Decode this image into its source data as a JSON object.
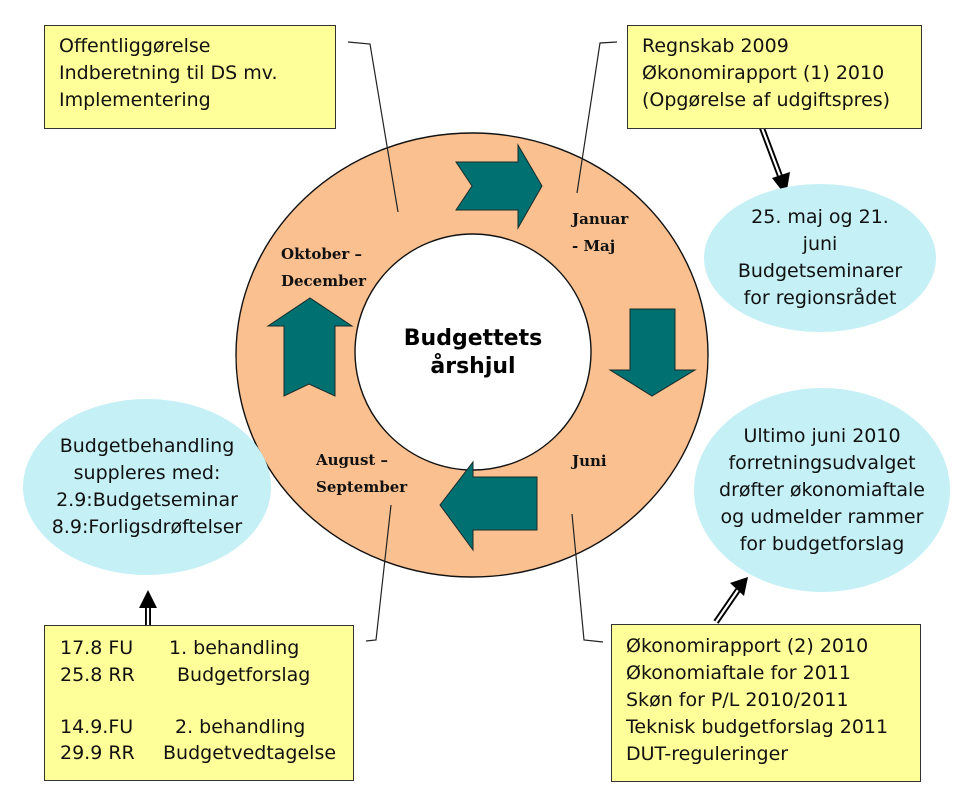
{
  "center": {
    "line1": "Budgettets",
    "line2": "årshjul"
  },
  "segments": {
    "jan_maj": [
      "Januar",
      "- Maj"
    ],
    "juni": "Juni",
    "aug_sep": [
      "August –",
      "September"
    ],
    "okt_dec": [
      "Oktober –",
      "December"
    ]
  },
  "boxes": {
    "top_left": [
      "Offentliggørelse",
      "Indberetning til DS mv.",
      "Implementering"
    ],
    "top_right": [
      "Regnskab 2009",
      "Økonomirapport (1) 2010",
      "(Opgørelse af udgiftspres)"
    ],
    "bottom_right": [
      "Økonomirapport (2) 2010",
      "Økonomiaftale for 2011",
      "Skøn for P/L 2010/2011",
      "Teknisk budgetforslag 2011",
      "DUT-reguleringer"
    ],
    "bottom_left": {
      "rows": [
        {
          "date": "17.8 FU",
          "text": "1. behandling"
        },
        {
          "date": "25.8 RR",
          "text": "Budgetforslag"
        },
        {
          "date": "14.9.FU",
          "text": "2. behandling"
        },
        {
          "date": "29.9 RR",
          "text": "Budgetvedtagelse"
        }
      ]
    }
  },
  "ellipses": {
    "right_top": [
      "25. maj og 21.",
      "juni",
      "Budgetseminarer",
      "for regionsrådet"
    ],
    "right_bottom": [
      "Ultimo juni 2010",
      "forretningsudvalget",
      "drøfter økonomiaftale",
      "og udmelder rammer",
      "for budgetforslag"
    ],
    "left": [
      "Budgetbehandling",
      "suppleres med:",
      "2.9:Budgetseminar",
      "8.9:Forligsdrøftelser"
    ]
  },
  "colors": {
    "ring_fill": "#fac090",
    "arrow_fill": "#007070",
    "box_fill": "#ffff99",
    "ellipse_fill": "#c5f0f5"
  }
}
